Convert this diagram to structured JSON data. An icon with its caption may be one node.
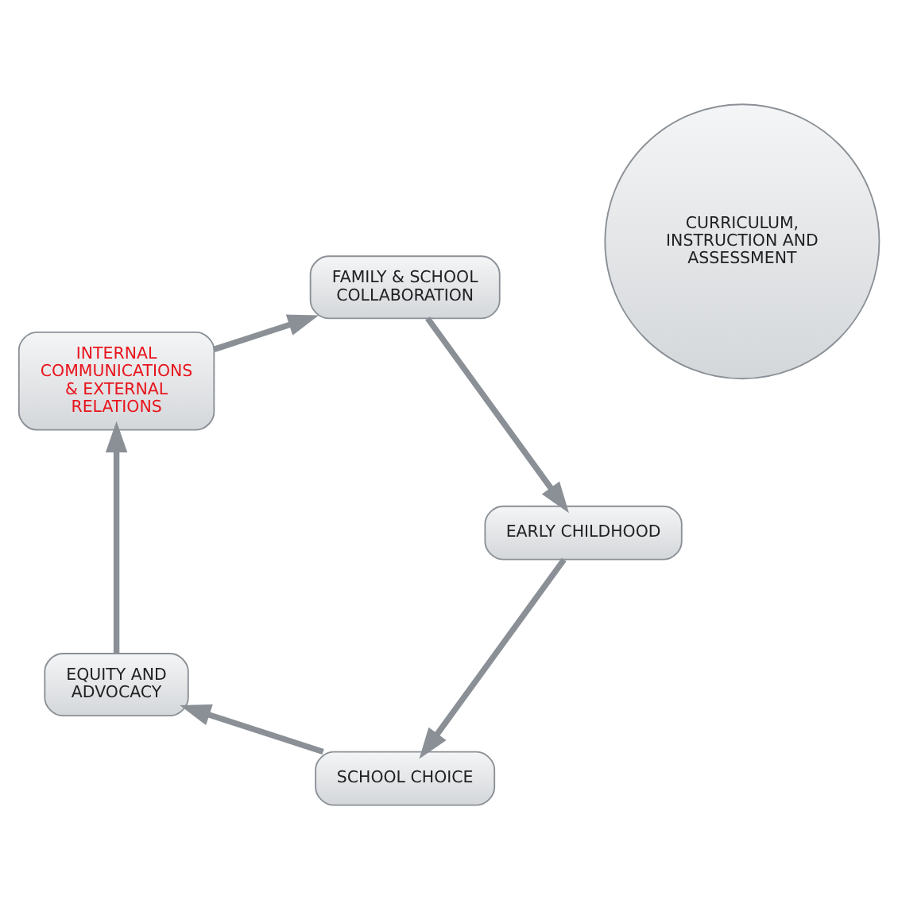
{
  "diagram": {
    "nodes": [
      {
        "text": [
          "SCHOOL CHOICE"
        ]
      },
      {
        "text": [
          "EQUITY AND ADVOCACY"
        ]
      },
      {
        "text": [
          "INTERNAL COMMUNICATIONS & EXTERNAL RELATIONS"
        ]
      },
      {
        "text": [
          "FAMILY & SCHOOL COLLABORATION"
        ]
      },
      {
        "text": [
          "EARLY CHILDHOOD"
        ]
      },
      {
        "text": [
          "CURRICULUM, INSTRUCTION AND ASSESSMENT"
        ]
      }
    ],
    "edges": [
      {
        "from": 4,
        "to": 0,
        "arrow": "to"
      },
      {
        "from": 0,
        "to": 1,
        "arrow": "to"
      },
      {
        "from": 1,
        "to": 2,
        "arrow": "to"
      },
      {
        "from": 2,
        "to": 3,
        "arrow": "to"
      },
      {
        "from": 3,
        "to": 4,
        "arrow": "to"
      }
    ]
  }
}
